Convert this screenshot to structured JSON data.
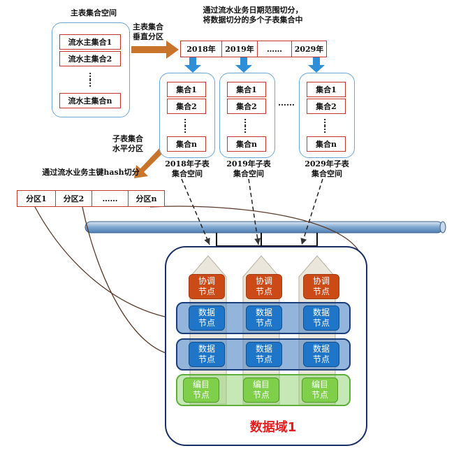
{
  "main_space": {
    "title": "主表集合空间",
    "items": [
      "流水主集合1",
      "流水主集合2",
      "……",
      "流水主集合n"
    ]
  },
  "vertical_partition_label": [
    "主表集合",
    "垂直分区"
  ],
  "date_split_label": [
    "通过流水业务日期范围切分，",
    "将数据切分的多个子表集合中"
  ],
  "years": [
    "2018年",
    "2019年",
    "……",
    "2029年"
  ],
  "sub_spaces": [
    {
      "items": [
        "集合1",
        "集合2",
        "……",
        "集合n"
      ],
      "caption": [
        "2018年子表",
        "集合空间"
      ]
    },
    {
      "items": [
        "集合1",
        "集合2",
        "……",
        "集合n"
      ],
      "caption": [
        "2019年子表",
        "集合空间"
      ]
    },
    {
      "items": [
        "集合1",
        "集合2",
        "……",
        "集合n"
      ],
      "caption": [
        "2029年子表",
        "集合空间"
      ]
    }
  ],
  "between_spaces_ellipsis": "……",
  "horizontal_partition_label": [
    "子表集合",
    "水平分区"
  ],
  "hash_split_label": "通过流水业务主键hash切分",
  "partitions": [
    "分区1",
    "分区2",
    "……",
    "分区n"
  ],
  "nodes": {
    "coordinator": [
      "协调",
      "节点"
    ],
    "data": [
      "数据",
      "节点"
    ],
    "catalog": [
      "编目",
      "节点"
    ]
  },
  "domain_label": "数据域1",
  "colors": {
    "cell_border": "#c0392b",
    "space_border": "#6aa7d6",
    "arrow_orange": "#c8742a",
    "arrow_blue": "#2e8fd8",
    "coordinator": "#cc4a16",
    "data": "#1f76c8",
    "catalog": "#7fcf4a",
    "domain_border": "#1b2f66",
    "domain_label": "#e02020"
  }
}
